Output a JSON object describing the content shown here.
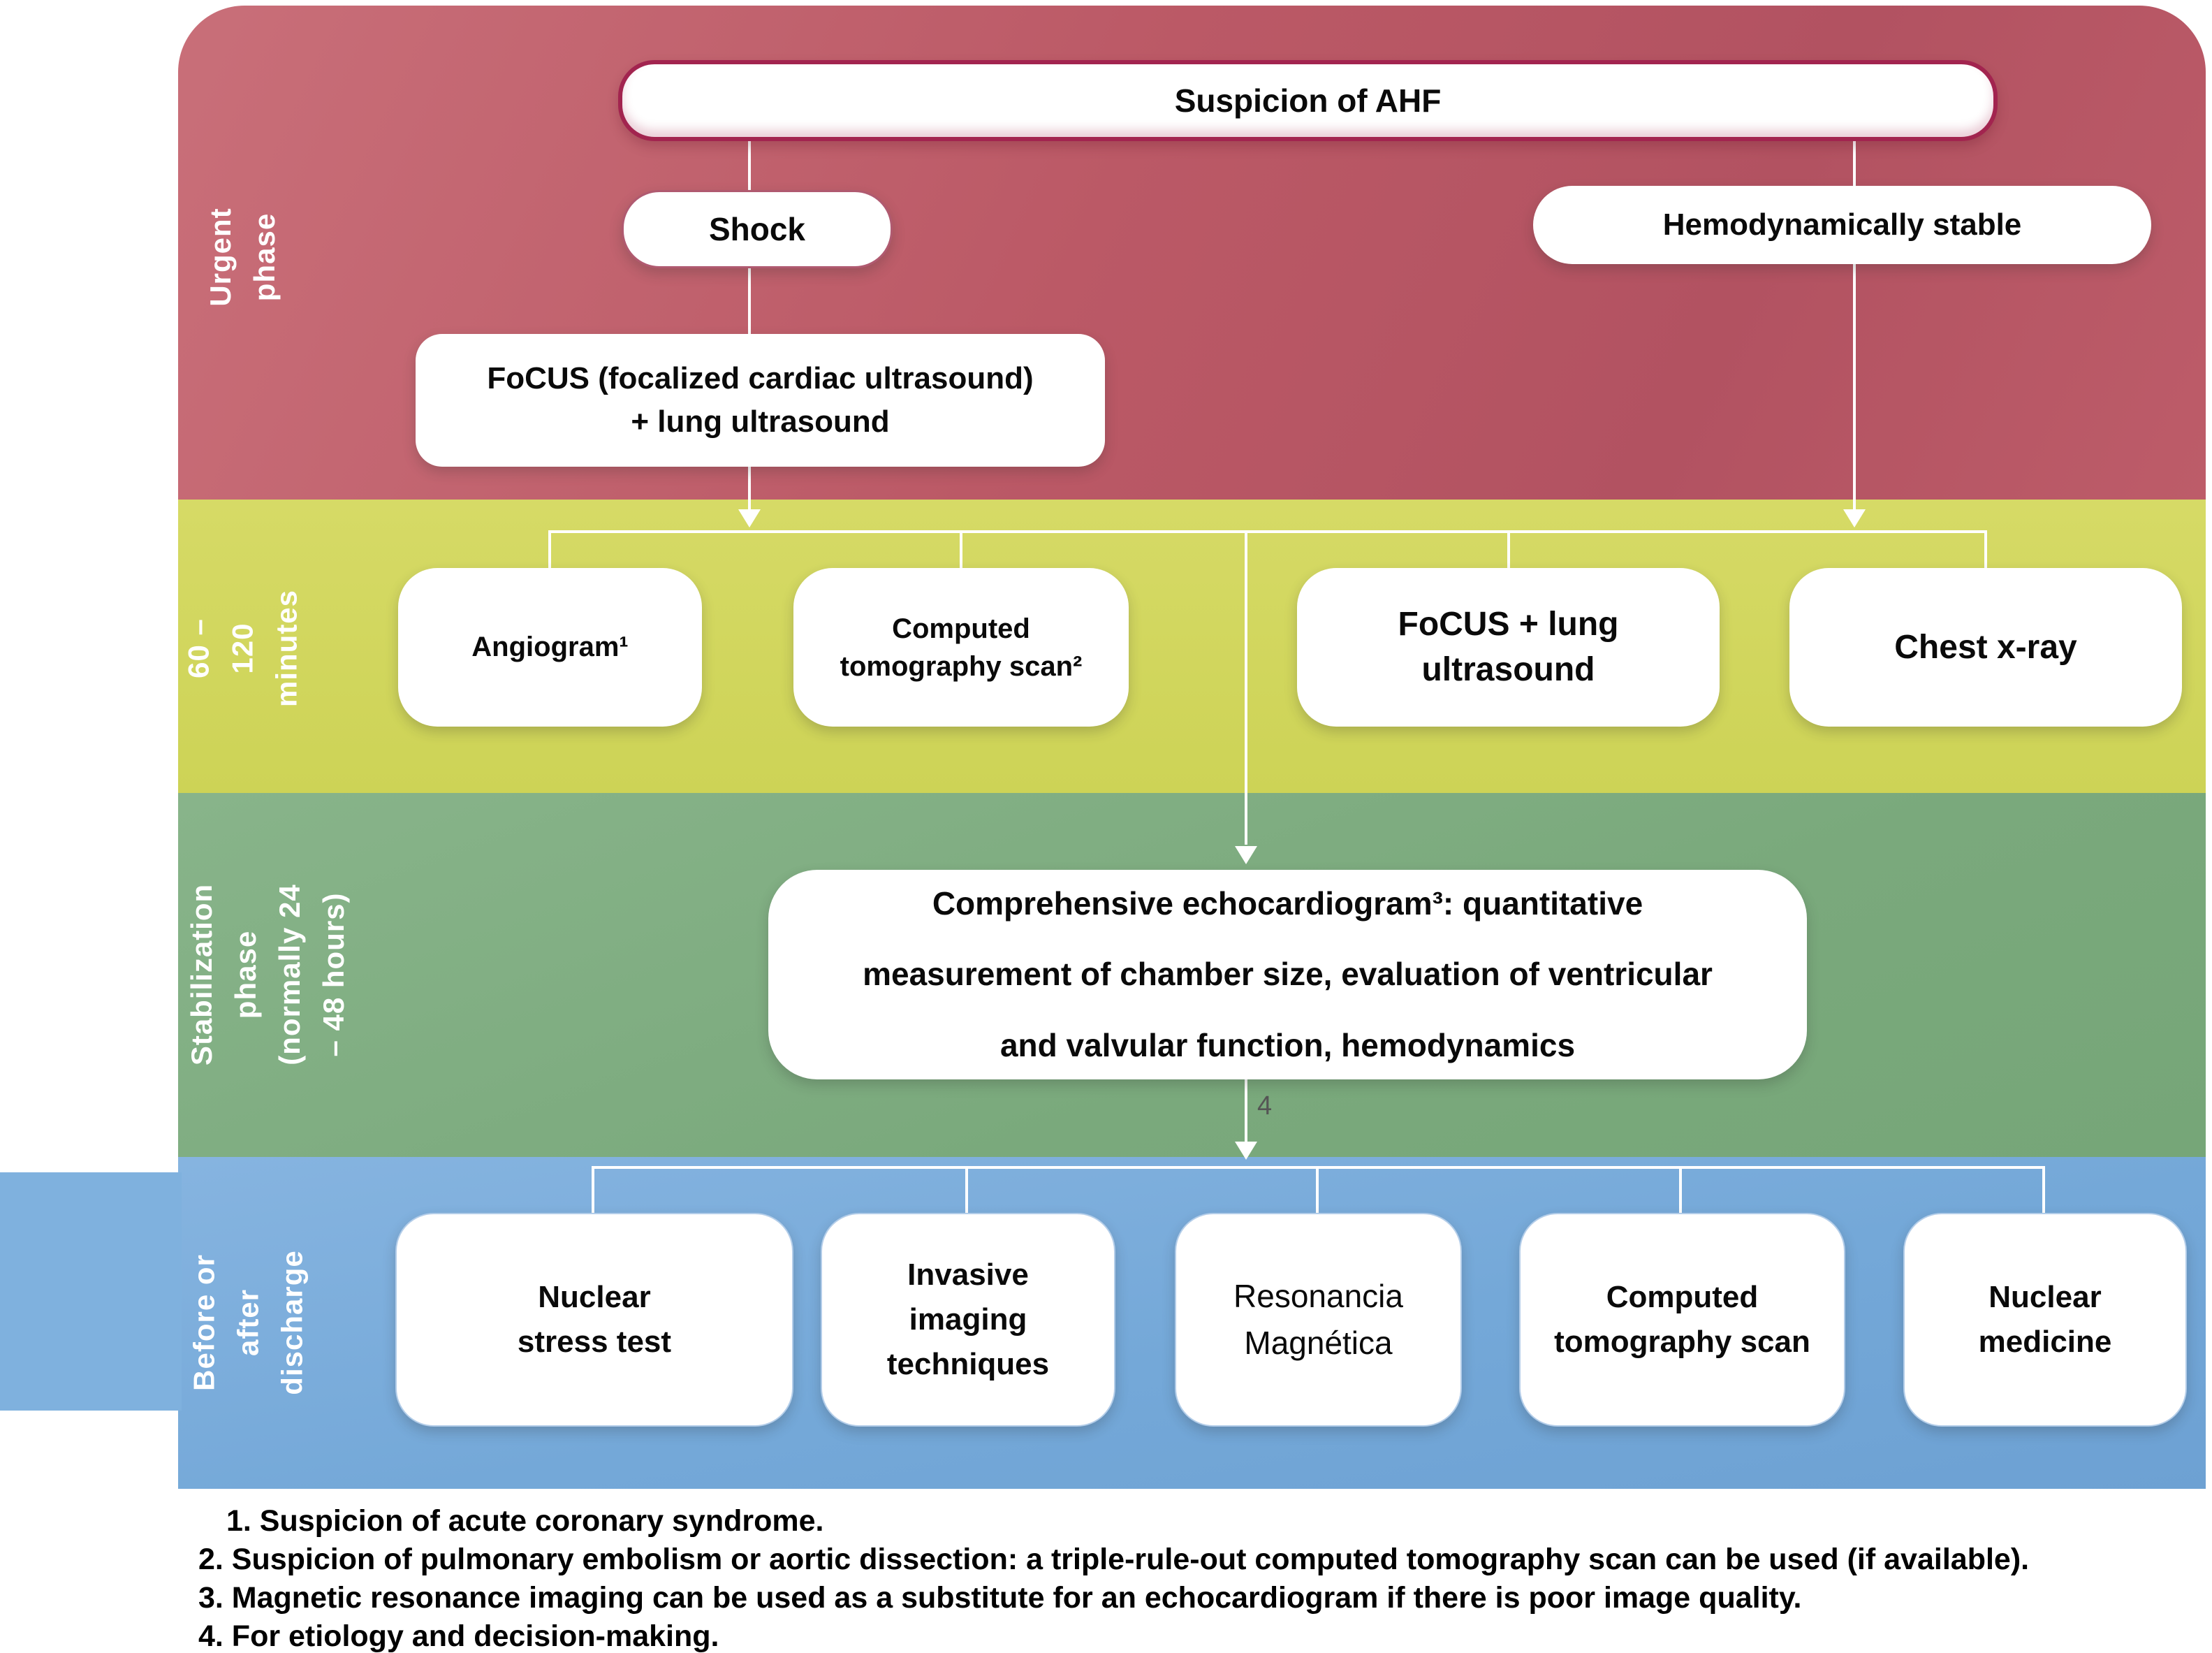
{
  "figure": {
    "phases": [
      {
        "label": "Urgent phase"
      },
      {
        "label": "60 – 120 minutes"
      },
      {
        "label": "Stabilization phase\n(normally 24 – 48 hours)"
      },
      {
        "label": "Before or after\ndischarge"
      }
    ],
    "nodes": {
      "suspicion": "Suspicion of AHF",
      "shock": "Shock",
      "hemodynamically_stable": "Hemodynamically stable",
      "focus_urgent": "FoCUS (focalized cardiac ultrasound)\n+ lung ultrasound",
      "angiogram": "Angiogram¹",
      "ct_scan_60_120": "Computed\ntomography scan²",
      "focus_lung": "FoCUS + lung\nultrasound",
      "chest_xray": "Chest x-ray",
      "echocardiogram": "Comprehensive echocardiogram³: quantitative\nmeasurement of chamber size, evaluation of ventricular\nand valvular function, hemodynamics",
      "nuclear_stress_test": "Nuclear\nstress test",
      "invasive_imaging": "Invasive\nimaging\ntechniques",
      "resonancia_magnetica": "Resonancia\nMagnética",
      "ct_scan_discharge": "Computed\ntomography scan",
      "nuclear_medicine": "Nuclear\nmedicine"
    },
    "arrow_annotation": "4",
    "footnotes": [
      "1. Suspicion of acute coronary syndrome.",
      "2. Suspicion of pulmonary embolism or aortic dissection: a triple-rule-out computed tomography scan can be used (if available).",
      "3. Magnetic resonance imaging can be used as a substitute for an echocardiogram if there is poor image quality.",
      "4. For etiology and decision-making."
    ],
    "colors": {
      "urgent_band": "#bd5b68",
      "minutes_band": "#d0d55c",
      "stabilization_band": "#7ead80",
      "discharge_band": "#77aad9",
      "suspicion_outline": "#a2244f",
      "connector": "#ffffff"
    }
  }
}
